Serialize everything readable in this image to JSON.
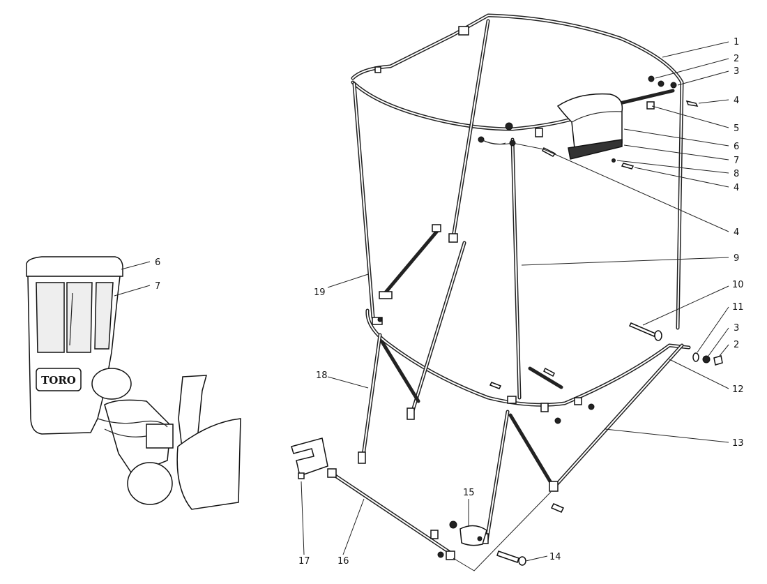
{
  "inset": {
    "logo_text": "TORO"
  },
  "callouts": [
    {
      "id": "c1",
      "label": "1"
    },
    {
      "id": "c2a",
      "label": "2"
    },
    {
      "id": "c3a",
      "label": "3"
    },
    {
      "id": "c4a",
      "label": "4"
    },
    {
      "id": "c5",
      "label": "5"
    },
    {
      "id": "c6a",
      "label": "6"
    },
    {
      "id": "c7a",
      "label": "7"
    },
    {
      "id": "c8",
      "label": "8"
    },
    {
      "id": "c4b",
      "label": "4"
    },
    {
      "id": "c4c",
      "label": "4"
    },
    {
      "id": "c9",
      "label": "9"
    },
    {
      "id": "c10",
      "label": "10"
    },
    {
      "id": "c11",
      "label": "11"
    },
    {
      "id": "c3b",
      "label": "3"
    },
    {
      "id": "c2b",
      "label": "2"
    },
    {
      "id": "c12",
      "label": "12"
    },
    {
      "id": "c13",
      "label": "13"
    },
    {
      "id": "c14",
      "label": "14"
    },
    {
      "id": "c15",
      "label": "15"
    },
    {
      "id": "c16",
      "label": "16"
    },
    {
      "id": "c17",
      "label": "17"
    },
    {
      "id": "c18",
      "label": "18"
    },
    {
      "id": "c19",
      "label": "19"
    },
    {
      "id": "c6b",
      "label": "6"
    },
    {
      "id": "c7b",
      "label": "7"
    }
  ]
}
